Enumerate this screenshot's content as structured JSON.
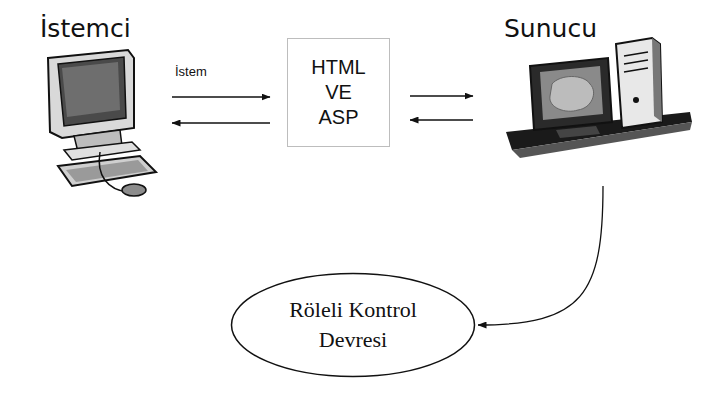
{
  "diagram": {
    "nodes": [
      {
        "text": [
          "İstemci"
        ]
      },
      {
        "text": [
          "HTML VE ASP"
        ]
      },
      {
        "text": [
          "Sunucu"
        ]
      },
      {
        "text": [
          "Röleli Kontrol Devresi"
        ]
      }
    ],
    "edges": [
      {
        "from": 0,
        "to": 1,
        "label": "İstem",
        "arrow": "to"
      },
      {
        "from": 1,
        "to": 0,
        "arrow": "to"
      },
      {
        "from": 1,
        "to": 2,
        "arrow": "to"
      },
      {
        "from": 2,
        "to": 1,
        "arrow": "to"
      },
      {
        "from": 2,
        "to": 3,
        "arrow": "to"
      }
    ]
  }
}
